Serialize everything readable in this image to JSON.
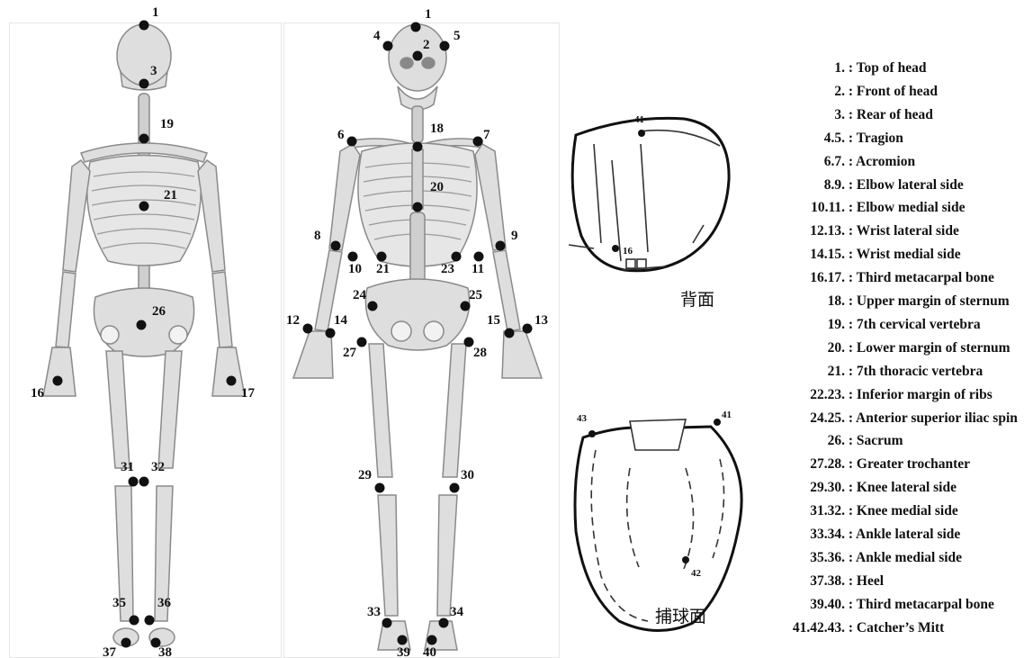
{
  "back_markers": [
    {
      "num": "1"
    },
    {
      "num": "3"
    },
    {
      "num": "19"
    },
    {
      "num": "21"
    },
    {
      "num": "26"
    },
    {
      "num": "16"
    },
    {
      "num": "17"
    },
    {
      "num": "31"
    },
    {
      "num": "32"
    },
    {
      "num": "35"
    },
    {
      "num": "36"
    },
    {
      "num": "37"
    },
    {
      "num": "38"
    }
  ],
  "front_markers": [
    {
      "num": "1"
    },
    {
      "num": "2"
    },
    {
      "num": "4"
    },
    {
      "num": "5"
    },
    {
      "num": "6"
    },
    {
      "num": "7"
    },
    {
      "num": "18"
    },
    {
      "num": "20"
    },
    {
      "num": "8"
    },
    {
      "num": "9"
    },
    {
      "num": "10"
    },
    {
      "num": "11"
    },
    {
      "num": "21"
    },
    {
      "num": "23"
    },
    {
      "num": "24"
    },
    {
      "num": "25"
    },
    {
      "num": "12"
    },
    {
      "num": "13"
    },
    {
      "num": "14"
    },
    {
      "num": "15"
    },
    {
      "num": "27"
    },
    {
      "num": "28"
    },
    {
      "num": "29"
    },
    {
      "num": "30"
    },
    {
      "num": "33"
    },
    {
      "num": "34"
    },
    {
      "num": "39"
    },
    {
      "num": "40"
    }
  ],
  "mitt_back": {
    "caption": "背面",
    "markers": [
      "41",
      "16"
    ]
  },
  "mitt_front": {
    "caption": "捕球面",
    "markers": [
      "43",
      "41",
      "42"
    ]
  },
  "legend": [
    {
      "num": "1.",
      "text": ": Top of head"
    },
    {
      "num": "2.",
      "text": ": Front of head"
    },
    {
      "num": "3.",
      "text": ": Rear of head"
    },
    {
      "num": "4.5.",
      "text": ": Tragion"
    },
    {
      "num": "6.7.",
      "text": ": Acromion"
    },
    {
      "num": "8.9.",
      "text": ": Elbow lateral side"
    },
    {
      "num": "10.11.",
      "text": ": Elbow medial side"
    },
    {
      "num": "12.13.",
      "text": ": Wrist lateral side"
    },
    {
      "num": "14.15.",
      "text": ": Wrist medial side"
    },
    {
      "num": "16.17.",
      "text": ": Third metacarpal bone"
    },
    {
      "num": "18.",
      "text": ": Upper margin of sternum"
    },
    {
      "num": "19.",
      "text": ": 7th cervical vertebra"
    },
    {
      "num": "20.",
      "text": ": Lower margin of sternum"
    },
    {
      "num": "21.",
      "text": ": 7th thoracic vertebra"
    },
    {
      "num": "22.23.",
      "text": ": Inferior margin of ribs"
    },
    {
      "num": "24.25.",
      "text": ": Anterior superior iliac spin"
    },
    {
      "num": "26.",
      "text": ": Sacrum"
    },
    {
      "num": "27.28.",
      "text": ": Greater trochanter"
    },
    {
      "num": "29.30.",
      "text": ": Knee lateral side"
    },
    {
      "num": "31.32.",
      "text": ": Knee medial side"
    },
    {
      "num": "33.34.",
      "text": ": Ankle lateral side"
    },
    {
      "num": "35.36.",
      "text": ": Ankle medial side"
    },
    {
      "num": "37.38.",
      "text": ": Heel"
    },
    {
      "num": "39.40.",
      "text": ": Third metacarpal bone"
    },
    {
      "num": "41.42.43.",
      "text": ": Catcher’s Mitt"
    }
  ],
  "colors": {
    "bone": "#dcdcdc",
    "bone_stroke": "#8a8a8a",
    "marker": "#111111"
  }
}
